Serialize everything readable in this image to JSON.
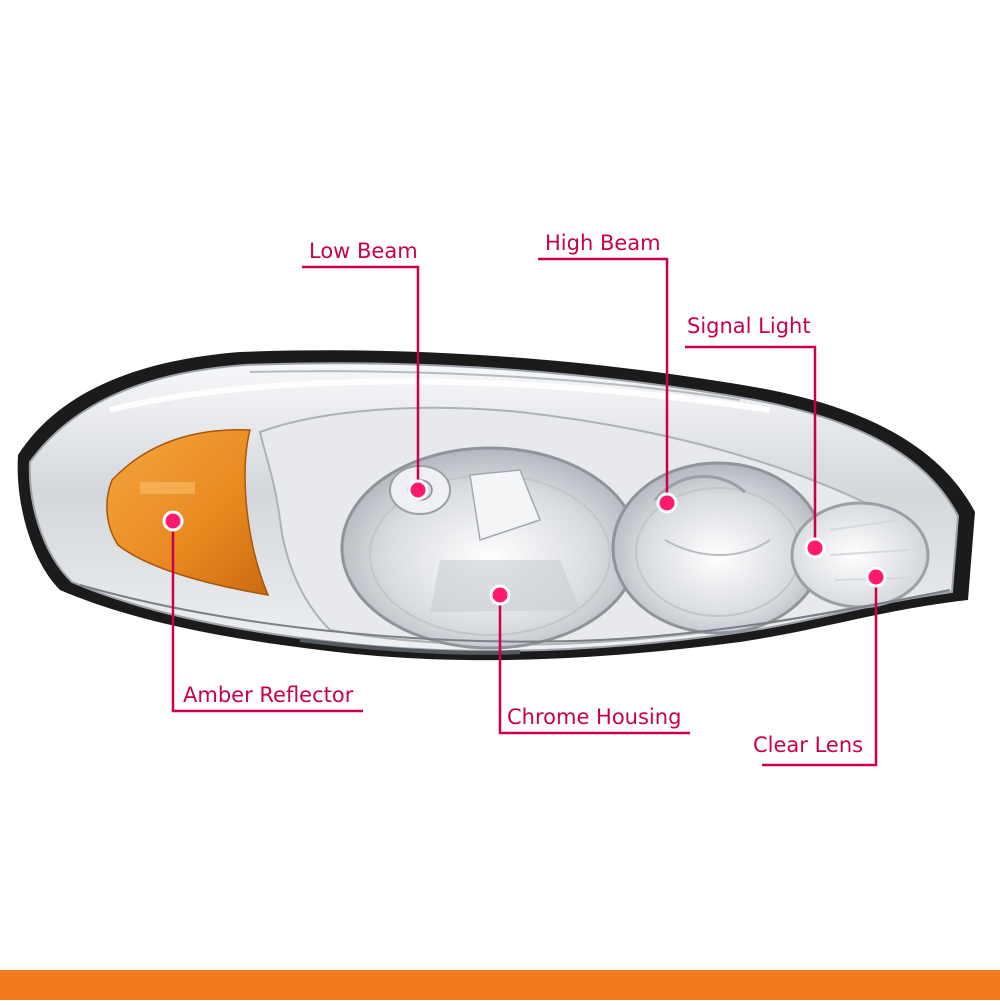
{
  "callouts": {
    "low_beam": "Low Beam",
    "high_beam": "High Beam",
    "signal_light": "Signal Light",
    "amber_reflector": "Amber Reflector",
    "chrome_housing": "Chrome Housing",
    "clear_lens": "Clear Lens"
  },
  "colors": {
    "accent": "#c8004e",
    "marker": "#ff1a6e",
    "amber": "#f2972b",
    "bottom_bar": "#f07a1c",
    "housing_black": "#1a1a1a",
    "chrome": "#d9dce0"
  }
}
